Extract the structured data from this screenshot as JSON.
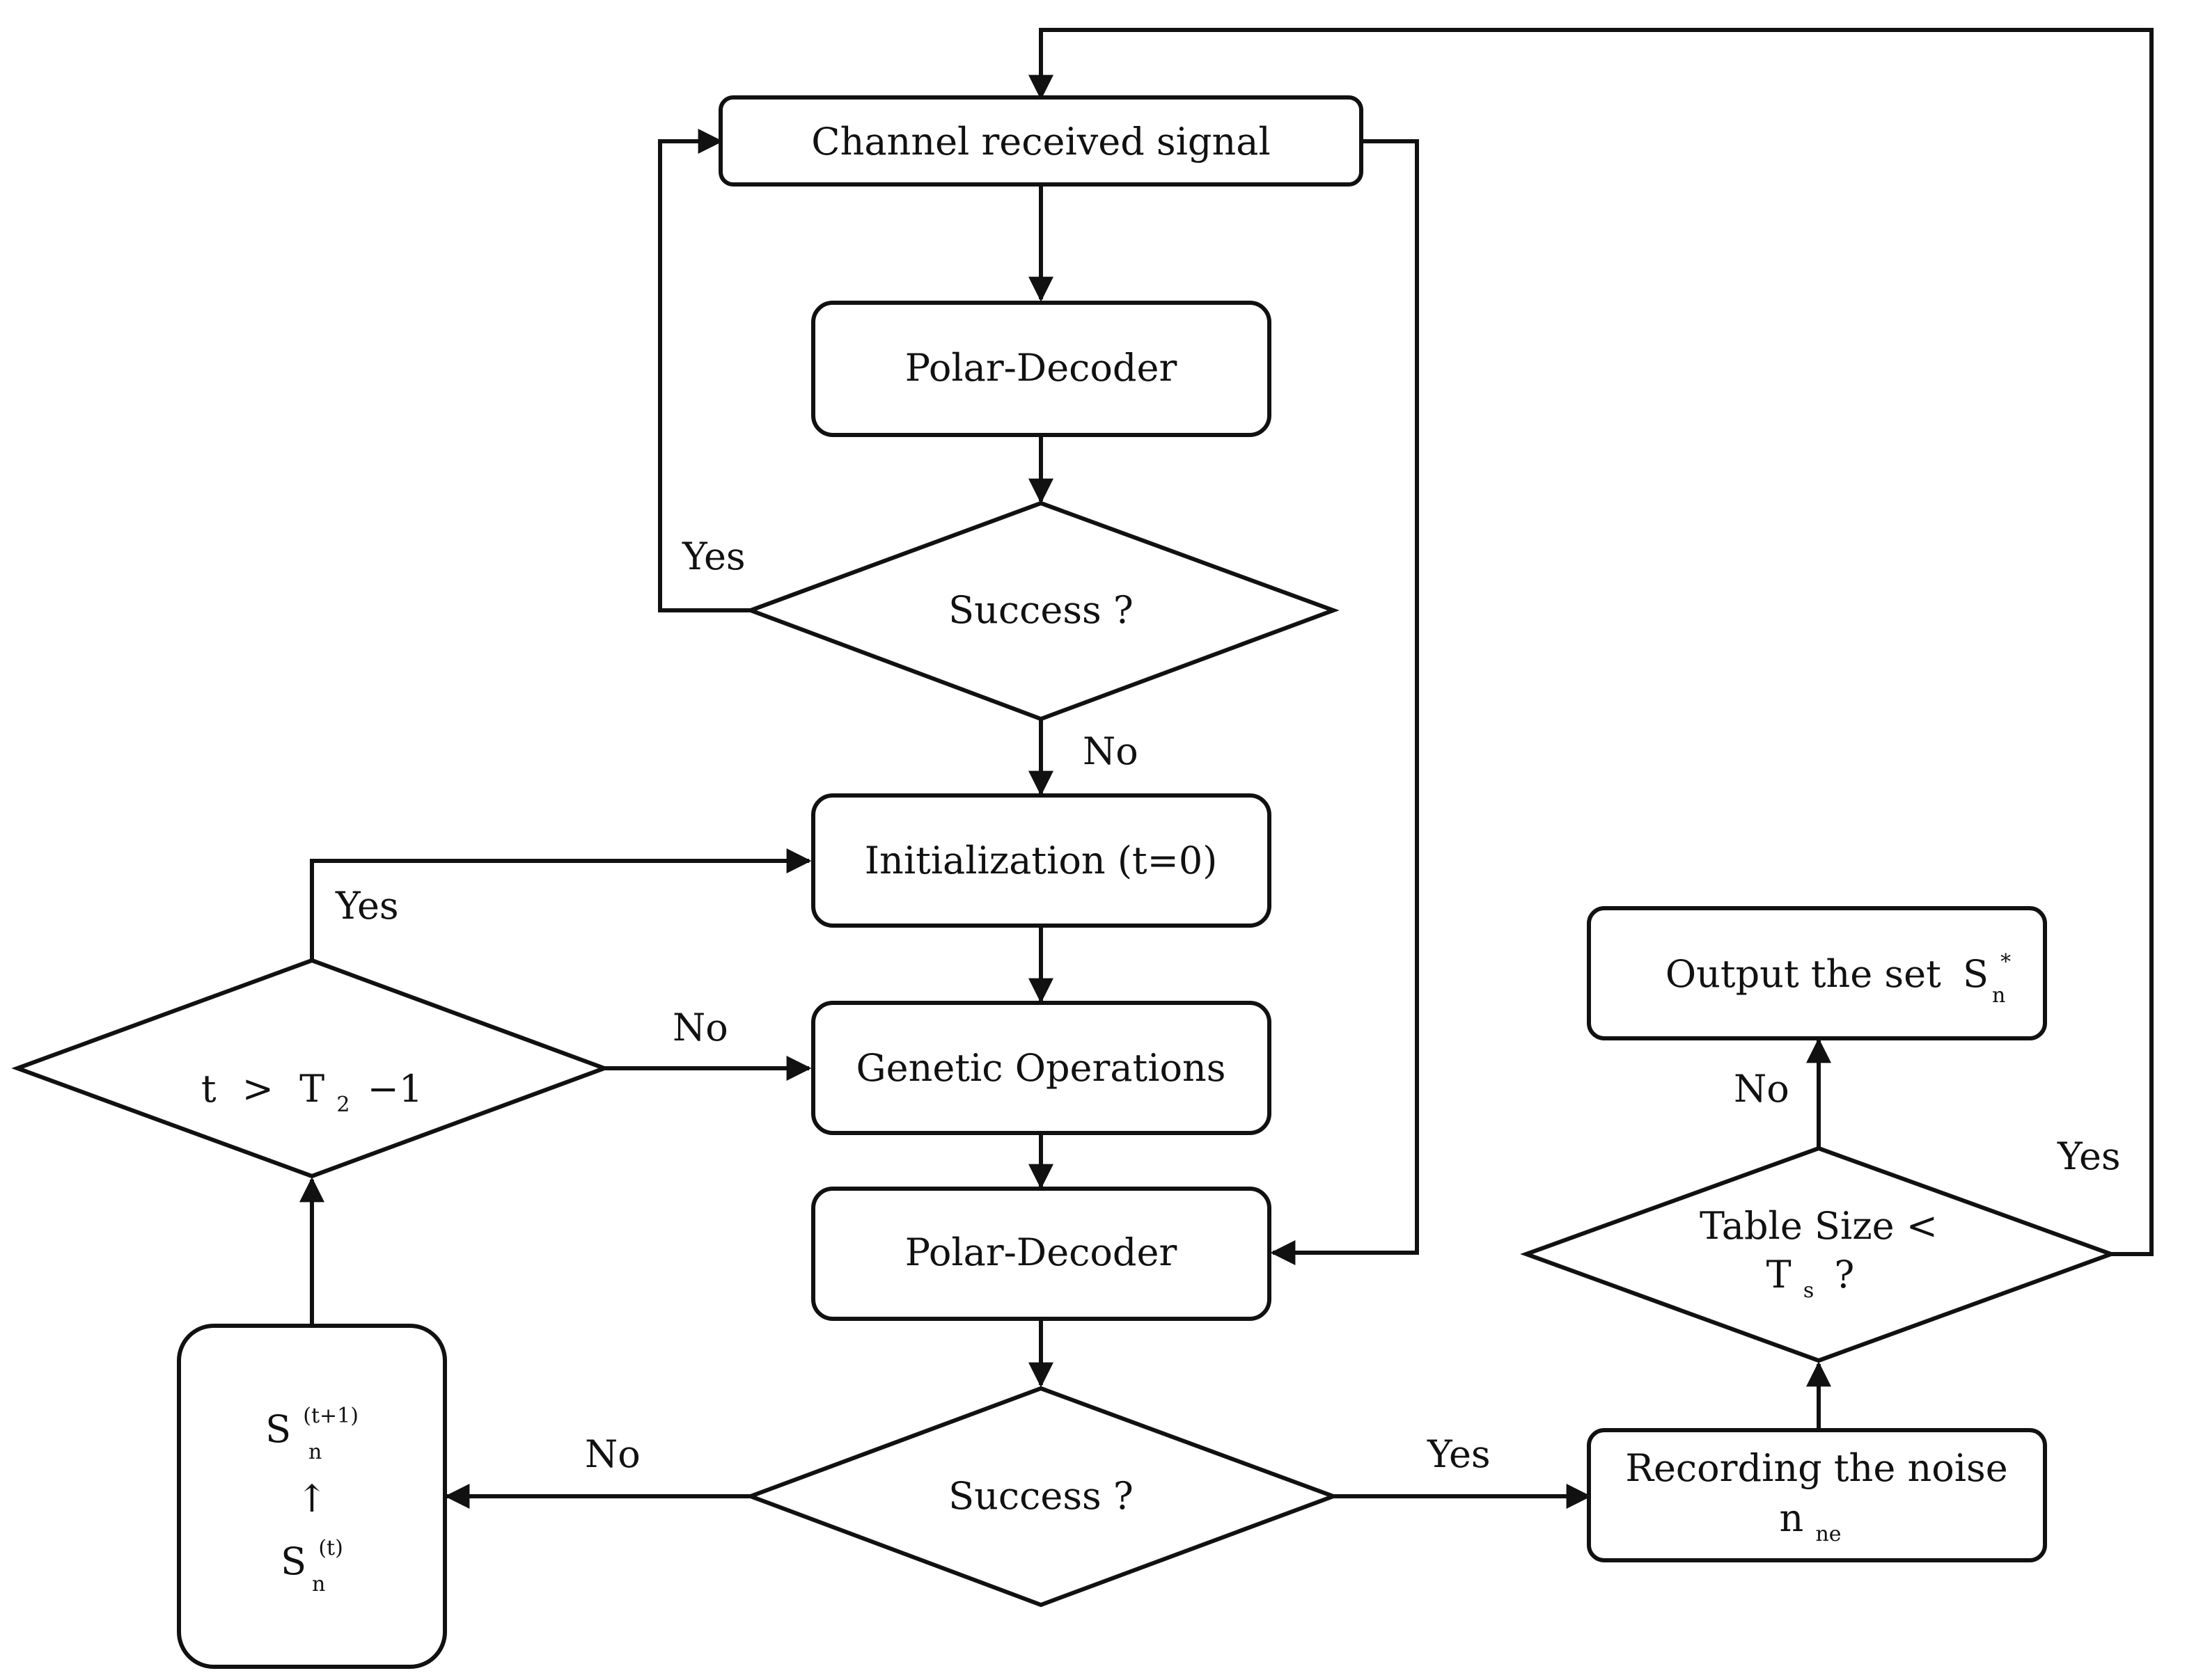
{
  "nodes": {
    "channel": "Channel received signal",
    "decoder1": "Polar-Decoder",
    "success1": "Success ?",
    "init": "Initialization (t=0)",
    "genetic": "Genetic Operations",
    "decoder2": "Polar-Decoder",
    "success2": "Success ?",
    "threshold": {
      "lhs": "t",
      "op": ">",
      "base": "T",
      "sub": "2",
      "rest": "−1"
    },
    "update": {
      "top_base": "S",
      "top_sup": "(t+1)",
      "top_sub": "n",
      "arrow": "↑",
      "bottom_base": "S",
      "bottom_sup": "(t)",
      "bottom_sub": "n"
    },
    "record": {
      "line1": "Recording the noise",
      "base": "n",
      "sub": "ne"
    },
    "table": {
      "line1": "Table Size <",
      "base": "T",
      "sub": "s",
      "q": "?"
    },
    "output": {
      "text": "Output the set",
      "base": "S",
      "sup": "*",
      "sub": "n"
    }
  },
  "edge_labels": {
    "success1_yes": "Yes",
    "success1_no": "No",
    "threshold_yes": "Yes",
    "threshold_no": "No",
    "success2_no": "No",
    "success2_yes": "Yes",
    "table_no": "No",
    "table_yes": "Yes"
  }
}
